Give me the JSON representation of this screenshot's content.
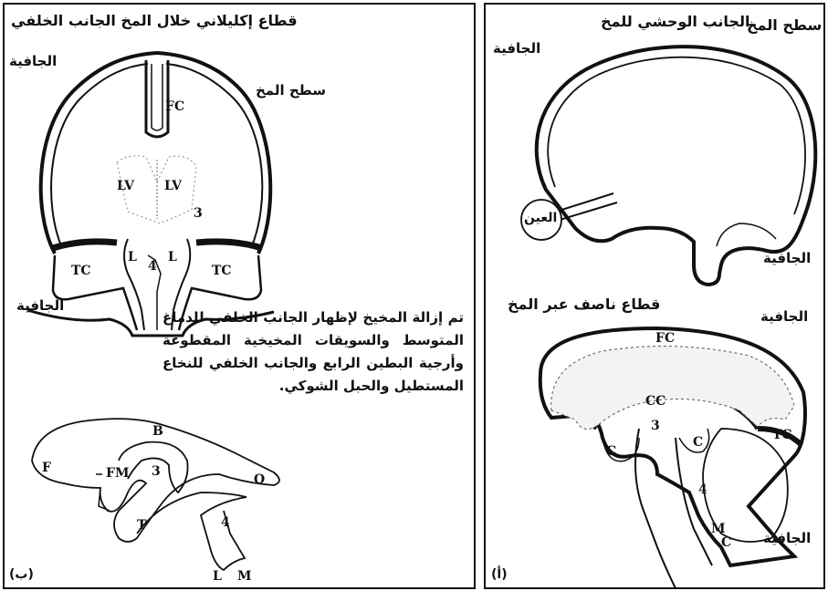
{
  "panel_b": {
    "title": "قطاع إكليلاني خلال المخ الجانب الخلفي",
    "dura_top": "الجافية",
    "brain_surface": "سطح المخ",
    "dura_bottom": "الجافية",
    "labels": {
      "fc": "FC",
      "lv_left": "LV",
      "lv_right": "LV",
      "third": "3",
      "l_left": "L",
      "fourth": "4",
      "l_right": "L",
      "tc_left": "TC",
      "tc_right": "TC"
    },
    "caption": "تم إزالة المخيخ لإظهار الجانب الخلفي للدماغ المتوسط والسويقات المخيخية المقطوعة وأرجية البطين الرابع والجانب الخلفي للنخاع المستطيل والحبل الشوكي.",
    "ventricle_labels": {
      "b": "B",
      "f": "F",
      "fm": "FM",
      "three": "3",
      "o": "O",
      "t": "T",
      "four": "4",
      "l": "L",
      "m": "M"
    },
    "panel_tag": "(ب)"
  },
  "panel_a": {
    "brain_surface": "سطح المخ",
    "lateral_side": "الجانب الوحشي للمخ",
    "dura_top": "الجافية",
    "eye": "العين",
    "dura_mid": "الجافية",
    "sagittal_title": "قطاع ناصف عبر المخ",
    "dura_sagittal": "الجافية",
    "dura_bottom": "الجافية",
    "labels": {
      "fc": "FC",
      "cc": "CC",
      "three": "3",
      "c_left": "C",
      "c_right": "C",
      "tc": "TC",
      "four": "4",
      "m": "M",
      "c_bottom": "C"
    },
    "panel_tag": "(أ)"
  }
}
